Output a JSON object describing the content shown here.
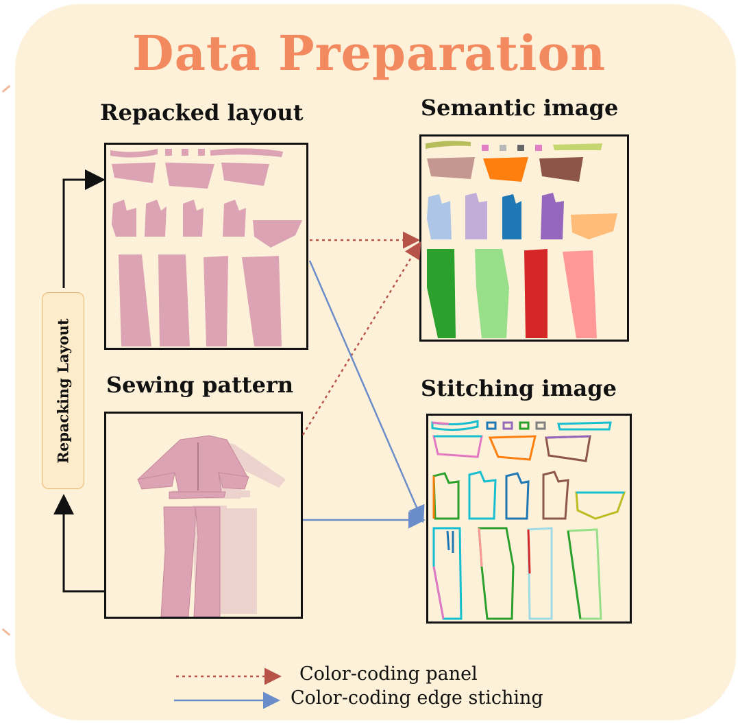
{
  "title": "Data Preparation",
  "headings": {
    "repacked": "Repacked layout",
    "semantic": "Semantic image",
    "sewing": "Sewing pattern",
    "stitching": "Stitching image"
  },
  "side_label": "Repacking Layout",
  "legend": {
    "panel": "Color-coding panel",
    "edge": "Color-coding edge stiching"
  },
  "colors": {
    "title": "#f3895e",
    "background": "#fdf1d9",
    "pink_piece": "#dca3b4",
    "dotted_arrow": "#b8534a",
    "solid_arrow": "#6a8dc9"
  }
}
